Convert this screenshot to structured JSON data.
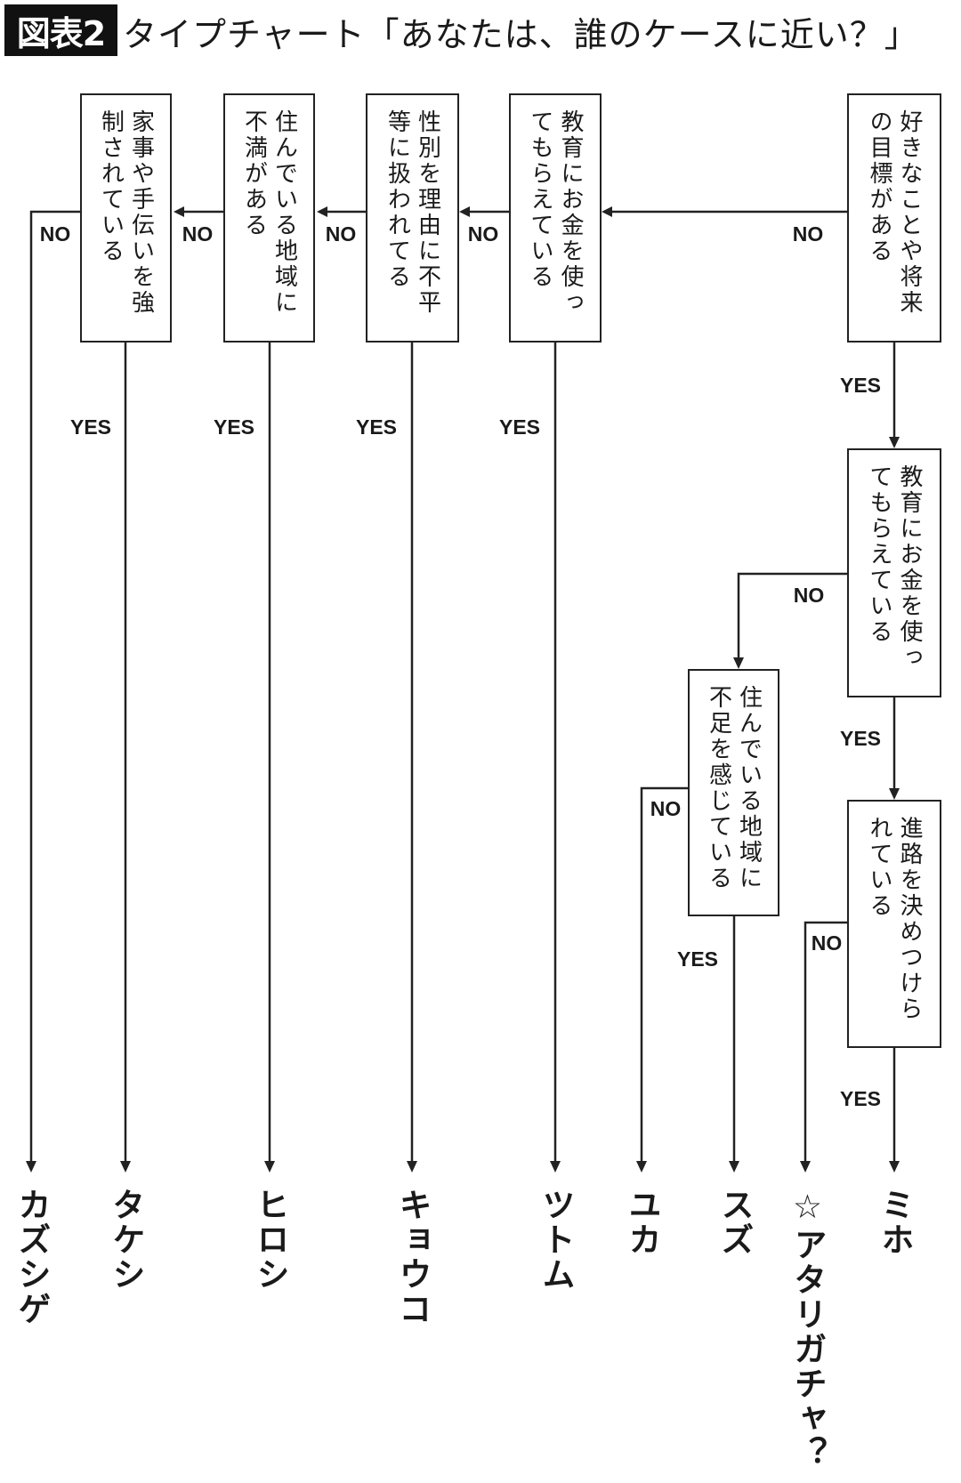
{
  "header": {
    "badge": "図表2",
    "title": "タイプチャート「あなたは、誰のケースに近い？」"
  },
  "questions": [
    {
      "lines": [
        "好きなことや将来",
        "の目標がある"
      ]
    },
    {
      "lines": [
        "教育にお金を使っ",
        "てもらえている"
      ]
    },
    {
      "lines": [
        "性別を理由に不平",
        "等に扱われてる"
      ]
    },
    {
      "lines": [
        "住んでいる地域に",
        "不満がある"
      ]
    },
    {
      "lines": [
        "家事や手伝いを強",
        "制されている"
      ]
    },
    {
      "lines": [
        "教育にお金を使っ",
        "てもらえている"
      ]
    },
    {
      "lines": [
        "住んでいる地域に",
        "不足を感じている"
      ]
    },
    {
      "lines": [
        "進路を決めつけら",
        "れている"
      ]
    }
  ],
  "labels": {
    "yes": "YES",
    "no": "NO"
  },
  "results": [
    "カズシゲ",
    "タケシ",
    "ヒロシ",
    "キョウコ",
    "ツトム",
    "ユカ",
    "スズ",
    "☆アタリガチャ？",
    "ミホ"
  ]
}
